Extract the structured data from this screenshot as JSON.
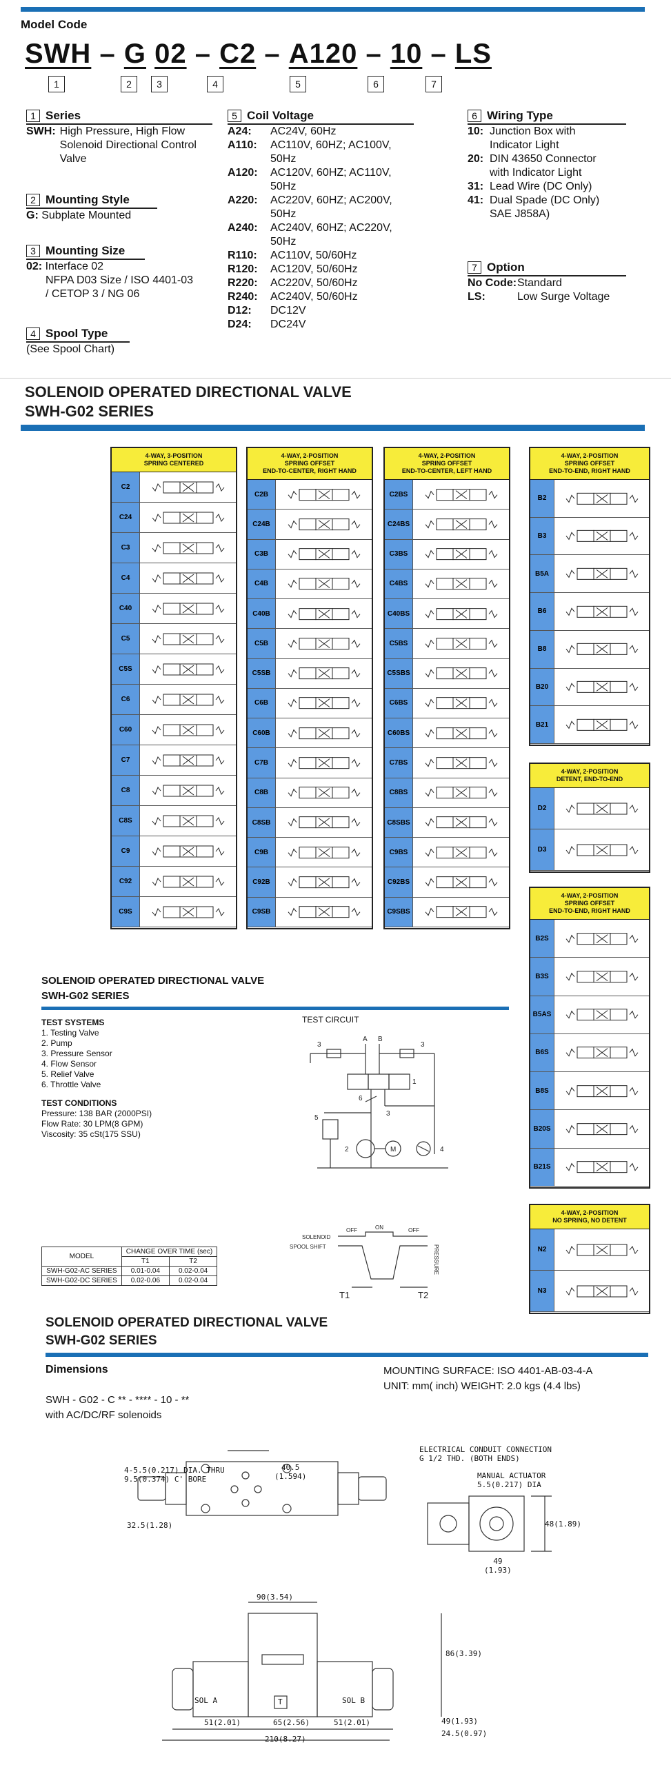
{
  "model_code_label": "Model Code",
  "code": {
    "segments": [
      "SWH",
      "–",
      "G",
      "02",
      "–",
      "C2",
      "–",
      "A120",
      "–",
      "10",
      "–",
      "LS"
    ],
    "boxes": [
      "1",
      "2",
      "3",
      "4",
      "5",
      "6",
      "7"
    ]
  },
  "series": {
    "num": "1",
    "title": "Series",
    "key": "SWH:",
    "desc": "High Pressure, High Flow Solenoid Directional Control Valve"
  },
  "mounting_style": {
    "num": "2",
    "title": "Mounting Style",
    "key": "G:",
    "desc": "Subplate Mounted"
  },
  "mounting_size": {
    "num": "3",
    "title": "Mounting Size",
    "key": "02:",
    "desc": "Interface 02",
    "lines": [
      "NFPA D03 Size / ISO 4401-03",
      "/ CETOP 3 / NG 06"
    ]
  },
  "spool_type": {
    "num": "4",
    "title": "Spool Type",
    "desc": "(See Spool Chart)"
  },
  "coil_voltage": {
    "num": "5",
    "title": "Coil Voltage",
    "items": [
      {
        "k": "A24:",
        "v": "AC24V, 60Hz"
      },
      {
        "k": "A110:",
        "v": "AC110V, 60HZ; AC100V, 50Hz"
      },
      {
        "k": "A120:",
        "v": "AC120V, 60HZ; AC110V, 50Hz"
      },
      {
        "k": "A220:",
        "v": "AC220V, 60HZ; AC200V, 50Hz"
      },
      {
        "k": "A240:",
        "v": "AC240V, 60HZ; AC220V, 50Hz"
      },
      {
        "k": "R110:",
        "v": "AC110V, 50/60Hz"
      },
      {
        "k": "R120:",
        "v": "AC120V, 50/60Hz"
      },
      {
        "k": "R220:",
        "v": "AC220V, 50/60Hz"
      },
      {
        "k": "R240:",
        "v": "AC240V, 50/60Hz"
      },
      {
        "k": "D12:",
        "v": "DC12V"
      },
      {
        "k": "D24:",
        "v": "DC24V"
      }
    ]
  },
  "wiring_type": {
    "num": "6",
    "title": "Wiring Type",
    "items": [
      {
        "k": "10:",
        "v": "Junction Box with",
        "v2": "Indicator Light"
      },
      {
        "k": "20:",
        "v": "DIN 43650 Connector",
        "v2": "with Indicator Light"
      },
      {
        "k": "31:",
        "v": "Lead Wire (DC Only)",
        "v2": ""
      },
      {
        "k": "41:",
        "v": "Dual Spade (DC Only)",
        "v2": "SAE J858A)"
      }
    ]
  },
  "option": {
    "num": "7",
    "title": "Option",
    "items": [
      {
        "k": "No Code:",
        "v": "Standard"
      },
      {
        "k": "LS:",
        "v": "Low Surge Voltage"
      }
    ]
  },
  "heading1": {
    "line1": "SOLENOID OPERATED DIRECTIONAL VALVE",
    "line2": "SWH-G02 SERIES"
  },
  "panels": {
    "p1": {
      "title": [
        "4-WAY, 3-POSITION",
        "SPRING CENTERED"
      ],
      "codes": [
        "C2",
        "C24",
        "C3",
        "C4",
        "C40",
        "C5",
        "C5S",
        "C6",
        "C60",
        "C7",
        "C8",
        "C8S",
        "C9",
        "C92",
        "C9S"
      ]
    },
    "p2": {
      "title": [
        "4-WAY, 2-POSITION",
        "SPRING OFFSET",
        "END-TO-CENTER, RIGHT HAND"
      ],
      "codes": [
        "C2B",
        "C24B",
        "C3B",
        "C4B",
        "C40B",
        "C5B",
        "C5SB",
        "C6B",
        "C60B",
        "C7B",
        "C8B",
        "C8SB",
        "C9B",
        "C92B",
        "C9SB"
      ]
    },
    "p3": {
      "title": [
        "4-WAY, 2-POSITION",
        "SPRING OFFSET",
        "END-TO-CENTER, LEFT HAND"
      ],
      "codes": [
        "C2BS",
        "C24BS",
        "C3BS",
        "C4BS",
        "C40BS",
        "C5BS",
        "C5SBS",
        "C6BS",
        "C60BS",
        "C7BS",
        "C8BS",
        "C8SBS",
        "C9BS",
        "C92BS",
        "C9SBS"
      ]
    },
    "p4": {
      "title": [
        "4-WAY, 2-POSITION",
        "SPRING OFFSET",
        "END-TO-END, RIGHT HAND"
      ],
      "codes": [
        "B2",
        "B3",
        "B5A",
        "B6",
        "B8",
        "B20",
        "B21"
      ]
    },
    "p5": {
      "title": [
        "4-WAY, 2-POSITION",
        "DETENT, END-TO-END"
      ],
      "codes": [
        "D2",
        "D3"
      ]
    },
    "p6": {
      "title": [
        "4-WAY, 2-POSITION",
        "SPRING OFFSET",
        "END-TO-END, RIGHT HAND"
      ],
      "codes": [
        "B2S",
        "B3S",
        "B5AS",
        "B6S",
        "B8S",
        "B20S",
        "B21S"
      ]
    },
    "p7": {
      "title": [
        "4-WAY, 2-POSITION",
        "NO SPRING, NO DETENT"
      ],
      "codes": [
        "N2",
        "N3"
      ]
    }
  },
  "heading2": {
    "line1": "SOLENOID OPERATED DIRECTIONAL VALVE",
    "line2": "SWH-G02 SERIES"
  },
  "test_systems": {
    "title": "TEST SYSTEMS",
    "items": [
      "1. Testing Valve",
      "2. Pump",
      "3. Pressure Sensor",
      "4. Flow Sensor",
      "5. Relief Valve",
      "6. Throttle Valve"
    ]
  },
  "test_conditions": {
    "title": "TEST CONDITIONS",
    "items": [
      "Pressure: 138 BAR (2000PSI)",
      "Flow Rate: 30 LPM(8 GPM)",
      "Viscosity: 35 cSt(175 SSU)"
    ]
  },
  "test_circuit_label": "TEST CIRCUIT",
  "changeover": {
    "h_model": "MODEL",
    "h_group": "CHANGE OVER TIME (sec)",
    "h_t1": "T1",
    "h_t2": "T2",
    "rows": [
      [
        "SWH-G02-AC SERIES",
        "0.01-0.04",
        "0.02-0.04"
      ],
      [
        "SWH-G02-DC SERIES",
        "0.02-0.06",
        "0.02-0.04"
      ]
    ]
  },
  "timing": {
    "solenoid": "SOLENOID",
    "spool": "SPOOL SHIFT",
    "off1": "OFF",
    "on": "ON",
    "off2": "OFF",
    "pressure": "PRESSURE",
    "t1": "T1",
    "t2": "T2"
  },
  "heading3": {
    "line1": "SOLENOID OPERATED DIRECTIONAL VALVE",
    "line2": "SWH-G02 SERIES"
  },
  "dimensions": {
    "title": "Dimensions",
    "mount": "MOUNTING SURFACE: ISO 4401-AB-03-4-A",
    "unit": "UNIT: mm( inch) WEIGHT: 2.0 kgs (4.4 lbs)",
    "model_line": "SWH - G02 - C ** - **** - 10 - **",
    "with": "with AC/DC/RF solenoids",
    "d_hole": "4-5.5(0.217) DIA. THRU",
    "d_bore": "9.5(0.374) C' BORE",
    "d_405": "40.5",
    "d_1594": "(1.594)",
    "d_325": "32.5(1.28)",
    "d_elec": "ELECTRICAL CONDUIT CONNECTION",
    "d_g12": "G 1/2 THD. (BOTH ENDS)",
    "d_man": "MANUAL ACTUATOR",
    "d_man2": "5.5(0.217) DIA",
    "d_48": "48(1.89)",
    "d_49a": "49",
    "d_193a": "(1.93)",
    "d_90": "90(3.54)",
    "d_86": "86(3.39)",
    "d_sola": "SOL A",
    "d_solb": "SOL B",
    "d_t": "T",
    "d_51a": "51(2.01)",
    "d_65": "65(2.56)",
    "d_51b": "51(2.01)",
    "d_210": "210(8.27)",
    "d_49b": "49(1.93)",
    "d_245": "24.5(0.97)"
  }
}
